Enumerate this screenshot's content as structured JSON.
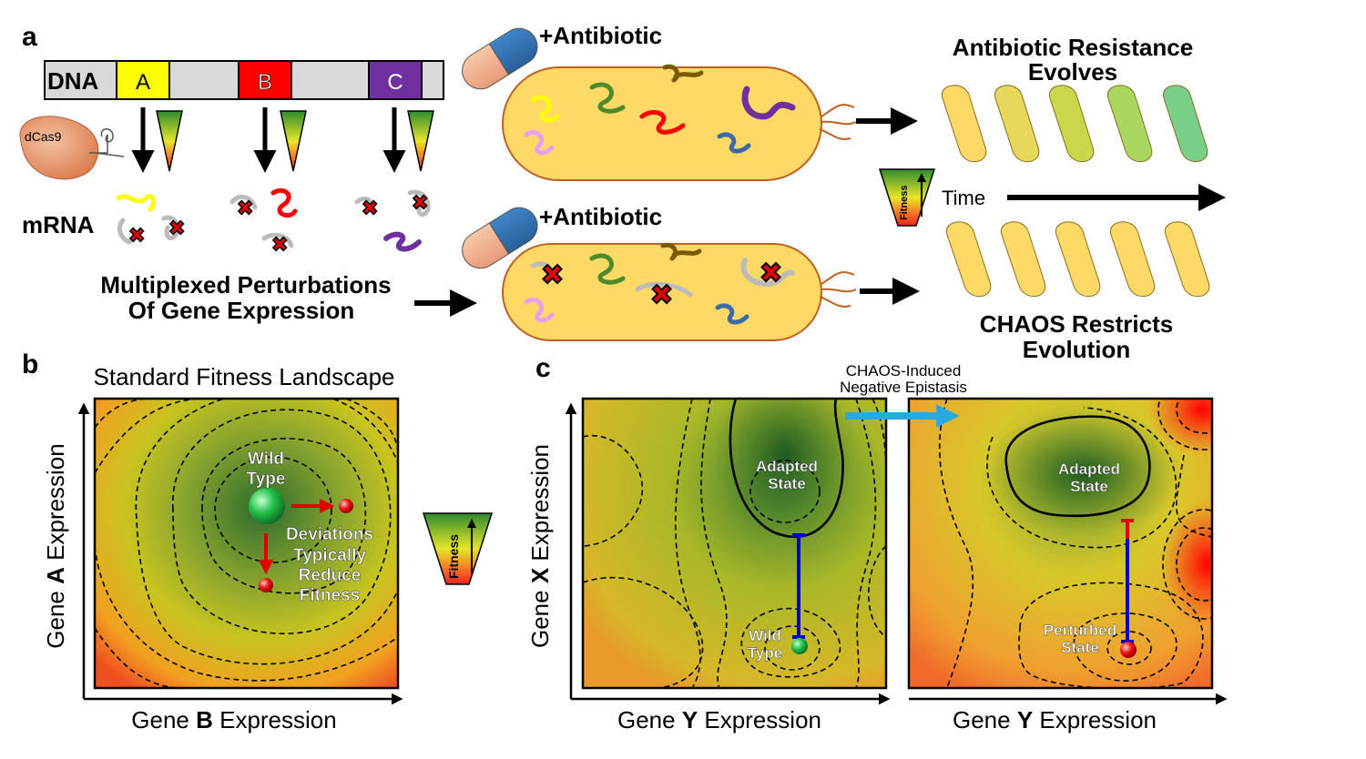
{
  "panel_a": {
    "letter": "a",
    "dna": {
      "label": "DNA",
      "genes": [
        {
          "label": "A",
          "color": "#ffff00"
        },
        {
          "label": "B",
          "color": "#ff0000"
        },
        {
          "label": "C",
          "color": "#7030a0"
        }
      ]
    },
    "dcas9_label": "dCas9",
    "mrna_label": "mRNA",
    "perturb_title": [
      "Multiplexed Perturbations",
      "Of Gene Expression"
    ],
    "antibiotic_label": "+Antibiotic",
    "resistance_title": [
      "Antibiotic Resistance",
      "Evolves"
    ],
    "restricts_title": [
      "CHAOS Restricts",
      "Evolution"
    ],
    "time_label": "Time",
    "fitness_label": "Fitness"
  },
  "panel_b": {
    "letter": "b",
    "title": "Standard Fitness Landscape",
    "wild_type": [
      "Wild",
      "Type"
    ],
    "deviations": [
      "Deviations",
      "Typically",
      "Reduce",
      "Fitness"
    ],
    "y_label": {
      "pre": "Gene ",
      "bold": "A",
      "post": " Expression"
    },
    "x_label": {
      "pre": "Gene ",
      "bold": "B",
      "post": " Expression"
    },
    "fitness_label": "Fitness"
  },
  "panel_c": {
    "letter": "c",
    "arrow_label": [
      "CHAOS-Induced",
      "Negative Epistasis"
    ],
    "y_label": {
      "pre": "Gene ",
      "bold": "X",
      "post": " Expression"
    },
    "left": {
      "adapted": [
        "Adapted",
        "State"
      ],
      "start": [
        "Wild",
        "Type"
      ],
      "x_label": {
        "pre": "Gene ",
        "bold": "Y",
        "post": " Expression"
      }
    },
    "right": {
      "adapted": [
        "Adapted",
        "State"
      ],
      "start": [
        "Perturbed",
        "State"
      ],
      "x_label": {
        "pre": "Gene ",
        "bold": "Y",
        "post": " Expression"
      }
    }
  },
  "colors": {
    "fit_high": "#2e6b2e",
    "fit_mid": "#c8c820",
    "fit_low": "#ff1a1a",
    "cell_fill": "#ffd966",
    "arrow_blue": "#2aa9e0",
    "bar_blue": "#0000cc"
  }
}
